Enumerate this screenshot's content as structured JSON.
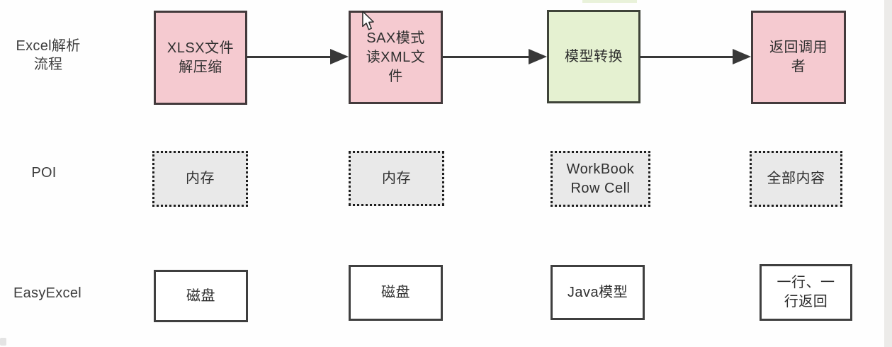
{
  "rows": {
    "flow": {
      "label": "Excel解析\n流程",
      "boxes": [
        {
          "text": "XLSX文件\n解压缩",
          "style": "pink"
        },
        {
          "text": "SAX模式\n读XML文\n件",
          "style": "pink"
        },
        {
          "text": "模型转换",
          "style": "green"
        },
        {
          "text": "返回调用\n者",
          "style": "pink"
        }
      ]
    },
    "poi": {
      "label": "POI",
      "boxes": [
        {
          "text": "内存"
        },
        {
          "text": "内存"
        },
        {
          "text": "WorkBook\nRow Cell"
        },
        {
          "text": "全部内容"
        }
      ]
    },
    "easyexcel": {
      "label": "EasyExcel",
      "boxes": [
        {
          "text": "磁盘"
        },
        {
          "text": "磁盘"
        },
        {
          "text": "Java模型"
        },
        {
          "text": "一行、一\n行返回"
        }
      ]
    }
  },
  "colors": {
    "pink_fill": "#f5cad0",
    "green_fill": "#e5f1d1",
    "dotted_fill": "#e9e9e9",
    "solid_fill": "#ffffff",
    "box_border": "#3f3f3f",
    "arrow": "#383838",
    "text": "#2f2f2f"
  },
  "icons": {
    "cursor": "mouse-pointer-arrow"
  }
}
